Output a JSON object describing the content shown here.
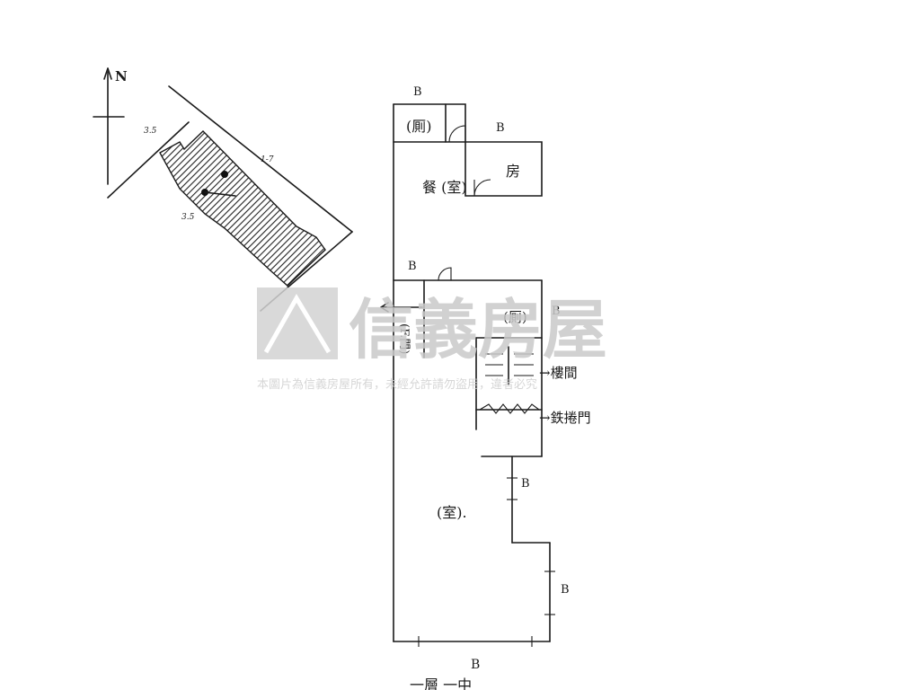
{
  "site_plan": {
    "north_label": "N",
    "dim_top": "3.5",
    "dim_side": "1-7",
    "dim_bottom": "3.5"
  },
  "rooms": {
    "restroom_top": "(厠)",
    "bedroom": "房",
    "dining": "餐\n(室)",
    "restroom_mid": "(厠)",
    "living": "(室)."
  },
  "labels": {
    "door_mark": "B",
    "stairs": "→樓間",
    "iron_gate": "→鉄捲門",
    "window_side": "(F.門)"
  },
  "watermark": {
    "brand": "信義房屋",
    "notice": "本圖片為信義房屋所有，未經允許請勿盜用，違者必究"
  },
  "footer": {
    "caption": "一層 一中"
  }
}
